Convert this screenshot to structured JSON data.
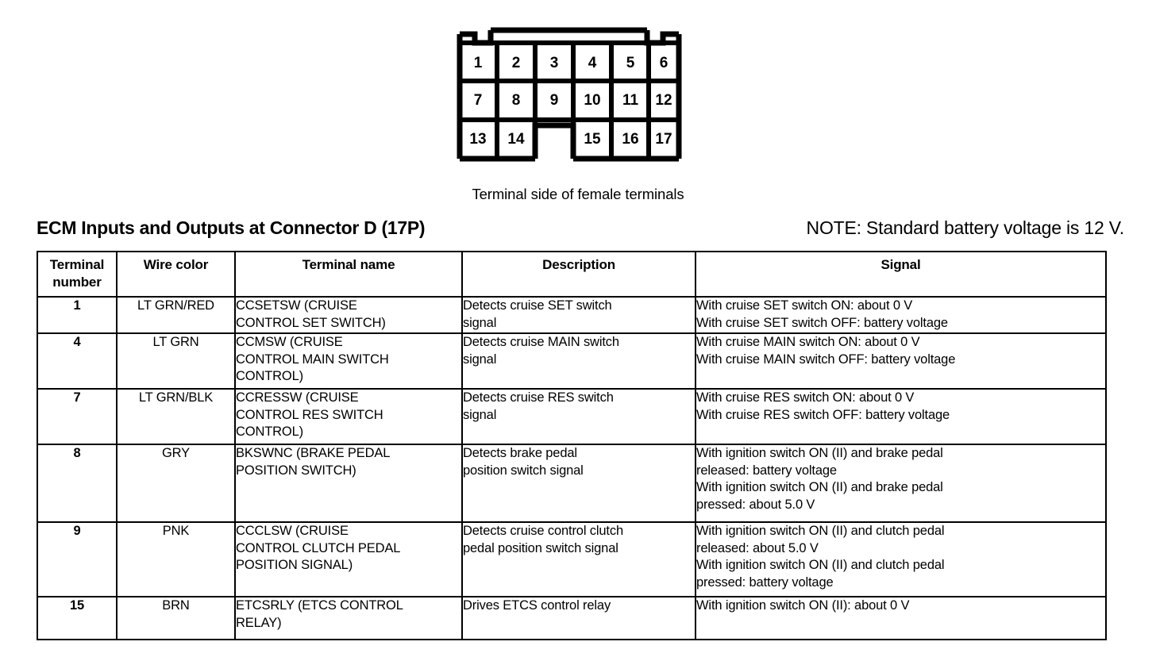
{
  "connector": {
    "caption": "Terminal side of female terminals",
    "rows": [
      [
        "1",
        "2",
        "3",
        "4",
        "5",
        "6"
      ],
      [
        "7",
        "8",
        "9",
        "10",
        "11",
        "12"
      ],
      [
        "13",
        "14",
        "",
        "15",
        "16",
        "17"
      ]
    ]
  },
  "heading": {
    "title": "ECM Inputs and Outputs at Connector D (17P)",
    "note": "NOTE: Standard battery voltage is 12 V."
  },
  "table": {
    "headers": {
      "terminal_number_line1": "Terminal",
      "terminal_number_line2": "number",
      "wire_color": "Wire color",
      "terminal_name": "Terminal name",
      "description": "Description",
      "signal": "Signal"
    },
    "rows": [
      {
        "terminal": "1",
        "wire_color": "LT GRN/RED",
        "terminal_name": [
          "CCSETSW (CRUISE",
          "CONTROL SET SWITCH)"
        ],
        "description": [
          "Detects cruise SET switch",
          "signal"
        ],
        "signal": [
          "With cruise SET switch ON: about 0 V",
          "With cruise SET switch OFF: battery voltage"
        ]
      },
      {
        "terminal": "4",
        "wire_color": "LT GRN",
        "terminal_name": [
          "CCMSW (CRUISE",
          "CONTROL MAIN SWITCH",
          "CONTROL)"
        ],
        "description": [
          "Detects cruise MAIN switch",
          "signal"
        ],
        "signal": [
          "With cruise MAIN switch ON: about 0 V",
          "With cruise MAIN switch OFF: battery voltage"
        ]
      },
      {
        "terminal": "7",
        "wire_color": "LT GRN/BLK",
        "terminal_name": [
          "CCRESSW (CRUISE",
          "CONTROL RES SWITCH",
          "CONTROL)"
        ],
        "description": [
          "Detects cruise RES switch",
          "signal"
        ],
        "signal": [
          "With cruise RES switch ON: about 0 V",
          "With cruise RES switch OFF: battery voltage"
        ]
      },
      {
        "terminal": "8",
        "wire_color": "GRY",
        "terminal_name": [
          "BKSWNC (BRAKE PEDAL",
          "POSITION SWITCH)"
        ],
        "description": [
          "Detects brake pedal",
          "position switch signal"
        ],
        "signal": [
          "With ignition switch ON (II) and brake pedal",
          "released: battery voltage",
          "With ignition switch ON (II) and brake pedal",
          "pressed: about 5.0 V"
        ]
      },
      {
        "terminal": "9",
        "wire_color": "PNK",
        "terminal_name": [
          "CCCLSW (CRUISE",
          "CONTROL CLUTCH PEDAL",
          "POSITION SIGNAL)"
        ],
        "description": [
          "Detects cruise control clutch",
          "pedal position switch signal"
        ],
        "signal": [
          "With ignition switch ON (II) and clutch pedal",
          "released: about 5.0 V",
          "With ignition switch ON (II) and clutch pedal",
          "pressed: battery voltage"
        ]
      },
      {
        "terminal": "15",
        "wire_color": "BRN",
        "terminal_name": [
          "ETCSRLY (ETCS CONTROL",
          "RELAY)"
        ],
        "description": [
          "Drives ETCS control relay"
        ],
        "signal": [
          "With ignition switch ON (II): about 0 V"
        ]
      }
    ]
  },
  "colors": {
    "ink": "#000000",
    "paper": "#ffffff"
  }
}
